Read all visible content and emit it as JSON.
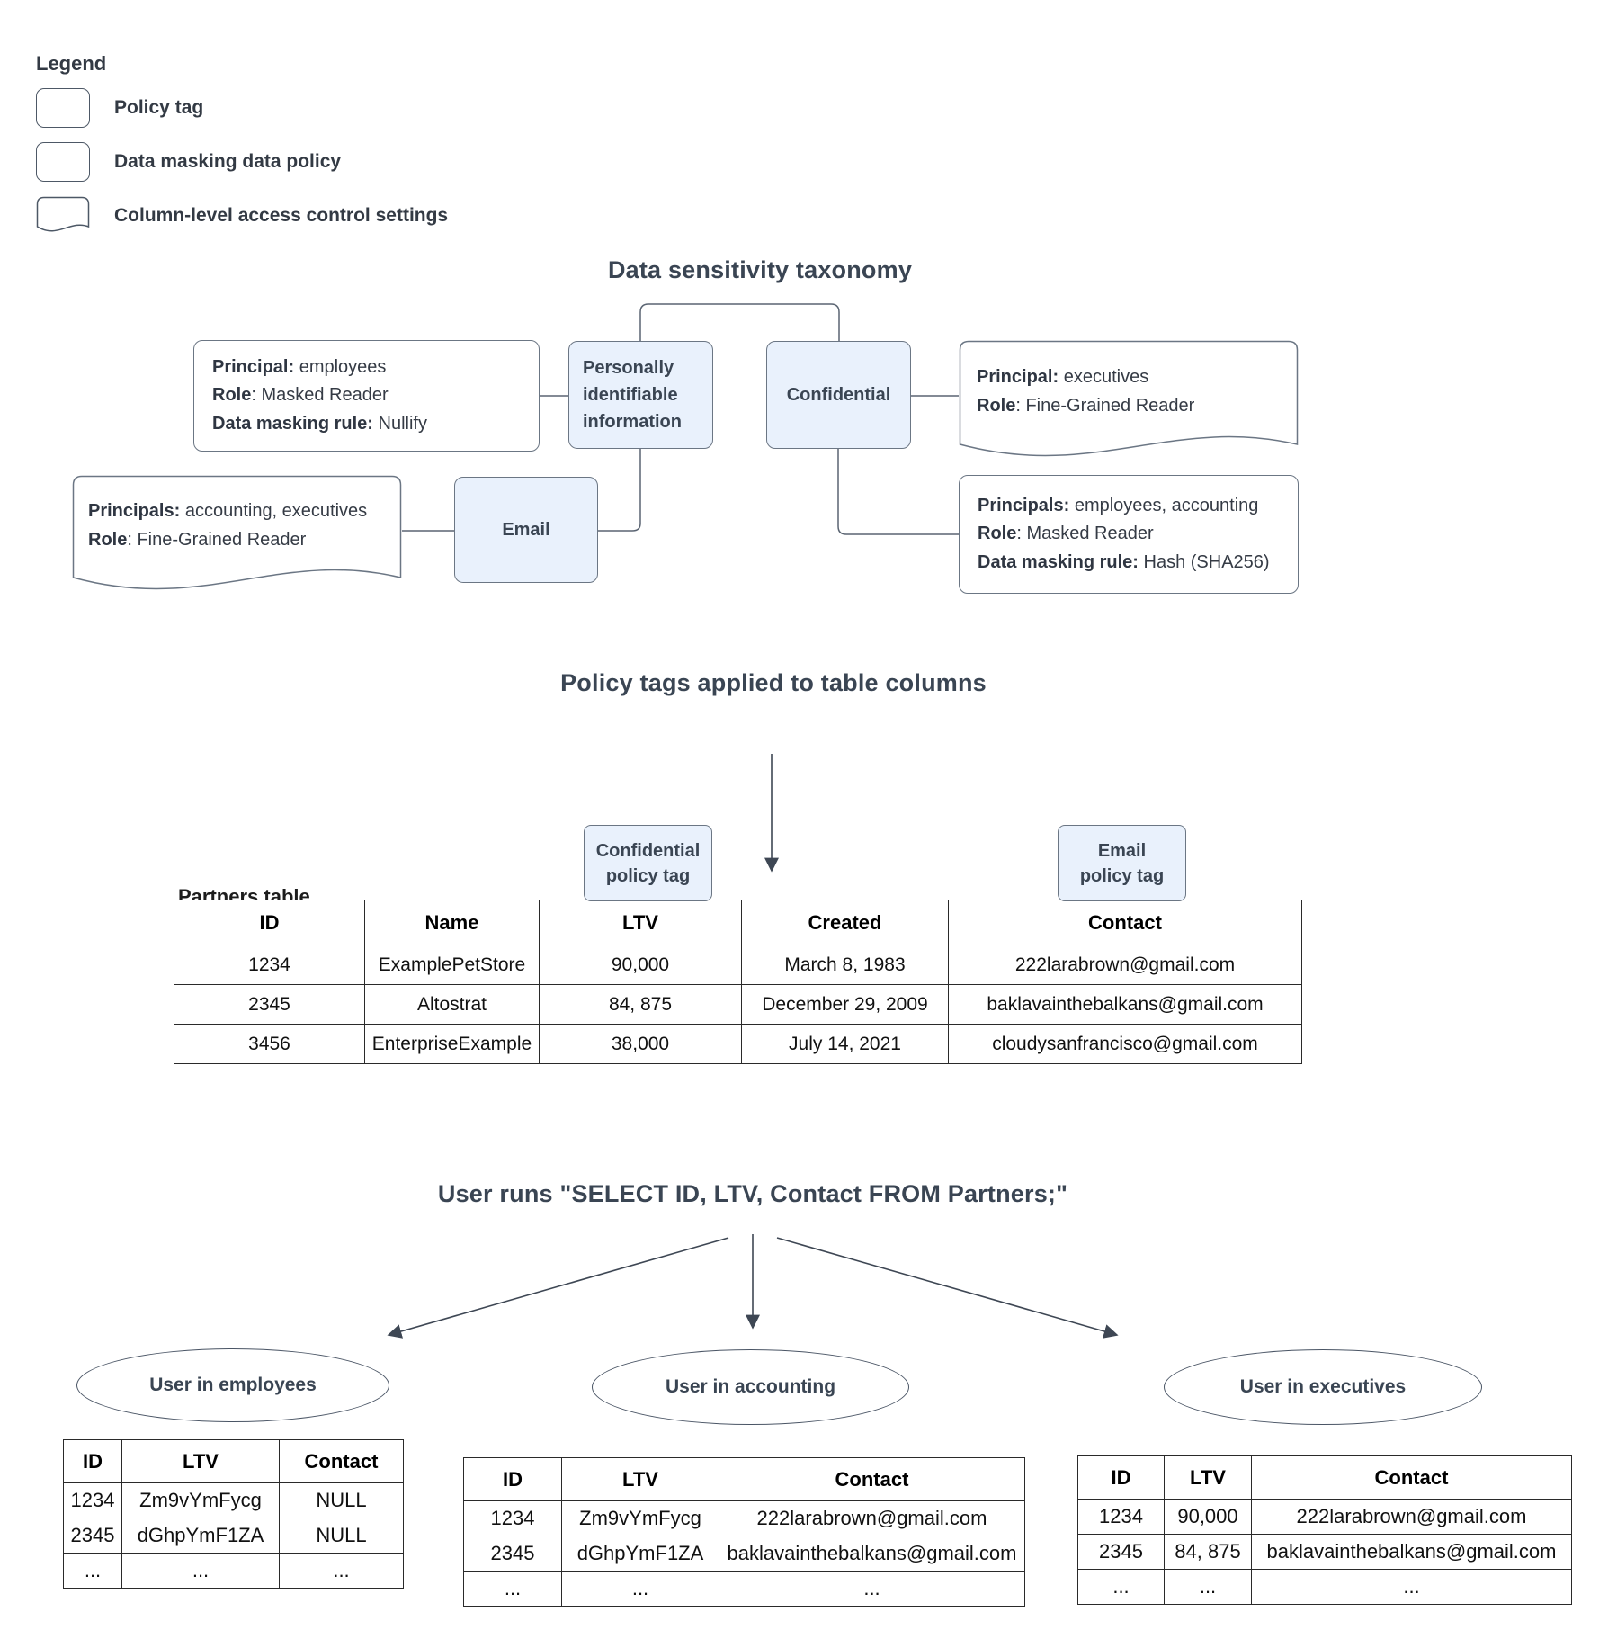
{
  "legend": {
    "title": "Legend",
    "items": [
      {
        "label": "Policy tag",
        "shape": "policy-tag-swatch"
      },
      {
        "label": "Data masking data policy",
        "shape": "rounded-rect-swatch"
      },
      {
        "label": "Column-level access control settings",
        "shape": "document-swatch"
      }
    ]
  },
  "taxonomy": {
    "title": "Data sensitivity taxonomy",
    "pii_masking_policy": {
      "lines": [
        {
          "b": "Principal:",
          "r": " employees"
        },
        {
          "b": "Role",
          "r": ": Masked Reader"
        },
        {
          "b": "Data masking rule:",
          "r": " Nullify"
        }
      ]
    },
    "pii_tag_label": "Personally identifiable information",
    "confidential_tag_label": "Confidential",
    "email_tag_label": "Email",
    "confidential_access": {
      "lines": [
        {
          "b": "Principal:",
          "r": " executives"
        },
        {
          "b": "Role",
          "r": ": Fine-Grained Reader"
        }
      ]
    },
    "email_access": {
      "lines": [
        {
          "b": "Principals:",
          "r": " accounting, executives"
        },
        {
          "b": "Role",
          "r": ": Fine-Grained Reader"
        }
      ]
    },
    "confidential_masking_policy": {
      "lines": [
        {
          "b": "Principals:",
          "r": " employees, accounting"
        },
        {
          "b": "Role",
          "r": ": Masked Reader"
        },
        {
          "b": "Data masking rule:",
          "r": " Hash (SHA256)"
        }
      ]
    }
  },
  "policy_section": {
    "title": "Policy tags applied to table columns",
    "partners_label": "Partners table",
    "confidential_tag": {
      "line1": "Confidential",
      "line2": "policy tag"
    },
    "email_tag": {
      "line1": "Email",
      "line2": "policy tag"
    }
  },
  "query_section": {
    "title": "User runs \"SELECT ID, LTV, Contact FROM Partners;\"",
    "employees_label": "User in employees",
    "accounting_label": "User in accounting",
    "executives_label": "User in executives"
  },
  "tables": {
    "partners": {
      "headers": [
        "ID",
        "Name",
        "LTV",
        "Created",
        "Contact"
      ],
      "rows": [
        [
          "1234",
          "ExamplePetStore",
          "90,000",
          "March 8, 1983",
          "222larabrown@gmail.com"
        ],
        [
          "2345",
          "Altostrat",
          "84, 875",
          "December 29, 2009",
          "baklavainthebalkans@gmail.com"
        ],
        [
          "3456",
          "EnterpriseExample",
          "38,000",
          "July 14, 2021",
          "cloudysanfrancisco@gmail.com"
        ]
      ]
    },
    "employees": {
      "headers": [
        "ID",
        "LTV",
        "Contact"
      ],
      "rows": [
        [
          "1234",
          "Zm9vYmFycg",
          "NULL"
        ],
        [
          "2345",
          "dGhpYmF1ZA",
          "NULL"
        ],
        [
          "...",
          "...",
          "..."
        ]
      ]
    },
    "accounting": {
      "headers": [
        "ID",
        "LTV",
        "Contact"
      ],
      "rows": [
        [
          "1234",
          "Zm9vYmFycg",
          "222larabrown@gmail.com"
        ],
        [
          "2345",
          "dGhpYmF1ZA",
          "baklavainthebalkans@gmail.com"
        ],
        [
          "...",
          "...",
          "..."
        ]
      ]
    },
    "executives": {
      "headers": [
        "ID",
        "LTV",
        "Contact"
      ],
      "rows": [
        [
          "1234",
          "90,000",
          "222larabrown@gmail.com"
        ],
        [
          "2345",
          "84, 875",
          "baklavainthebalkans@gmail.com"
        ],
        [
          "...",
          "...",
          "..."
        ]
      ]
    }
  },
  "colors": {
    "policy_tag_fill": "#e9f1fc",
    "shape_border": "#6b7684",
    "heading_text": "#3a4553",
    "table_border": "#2a2a2a",
    "connector": "#5a6472"
  }
}
